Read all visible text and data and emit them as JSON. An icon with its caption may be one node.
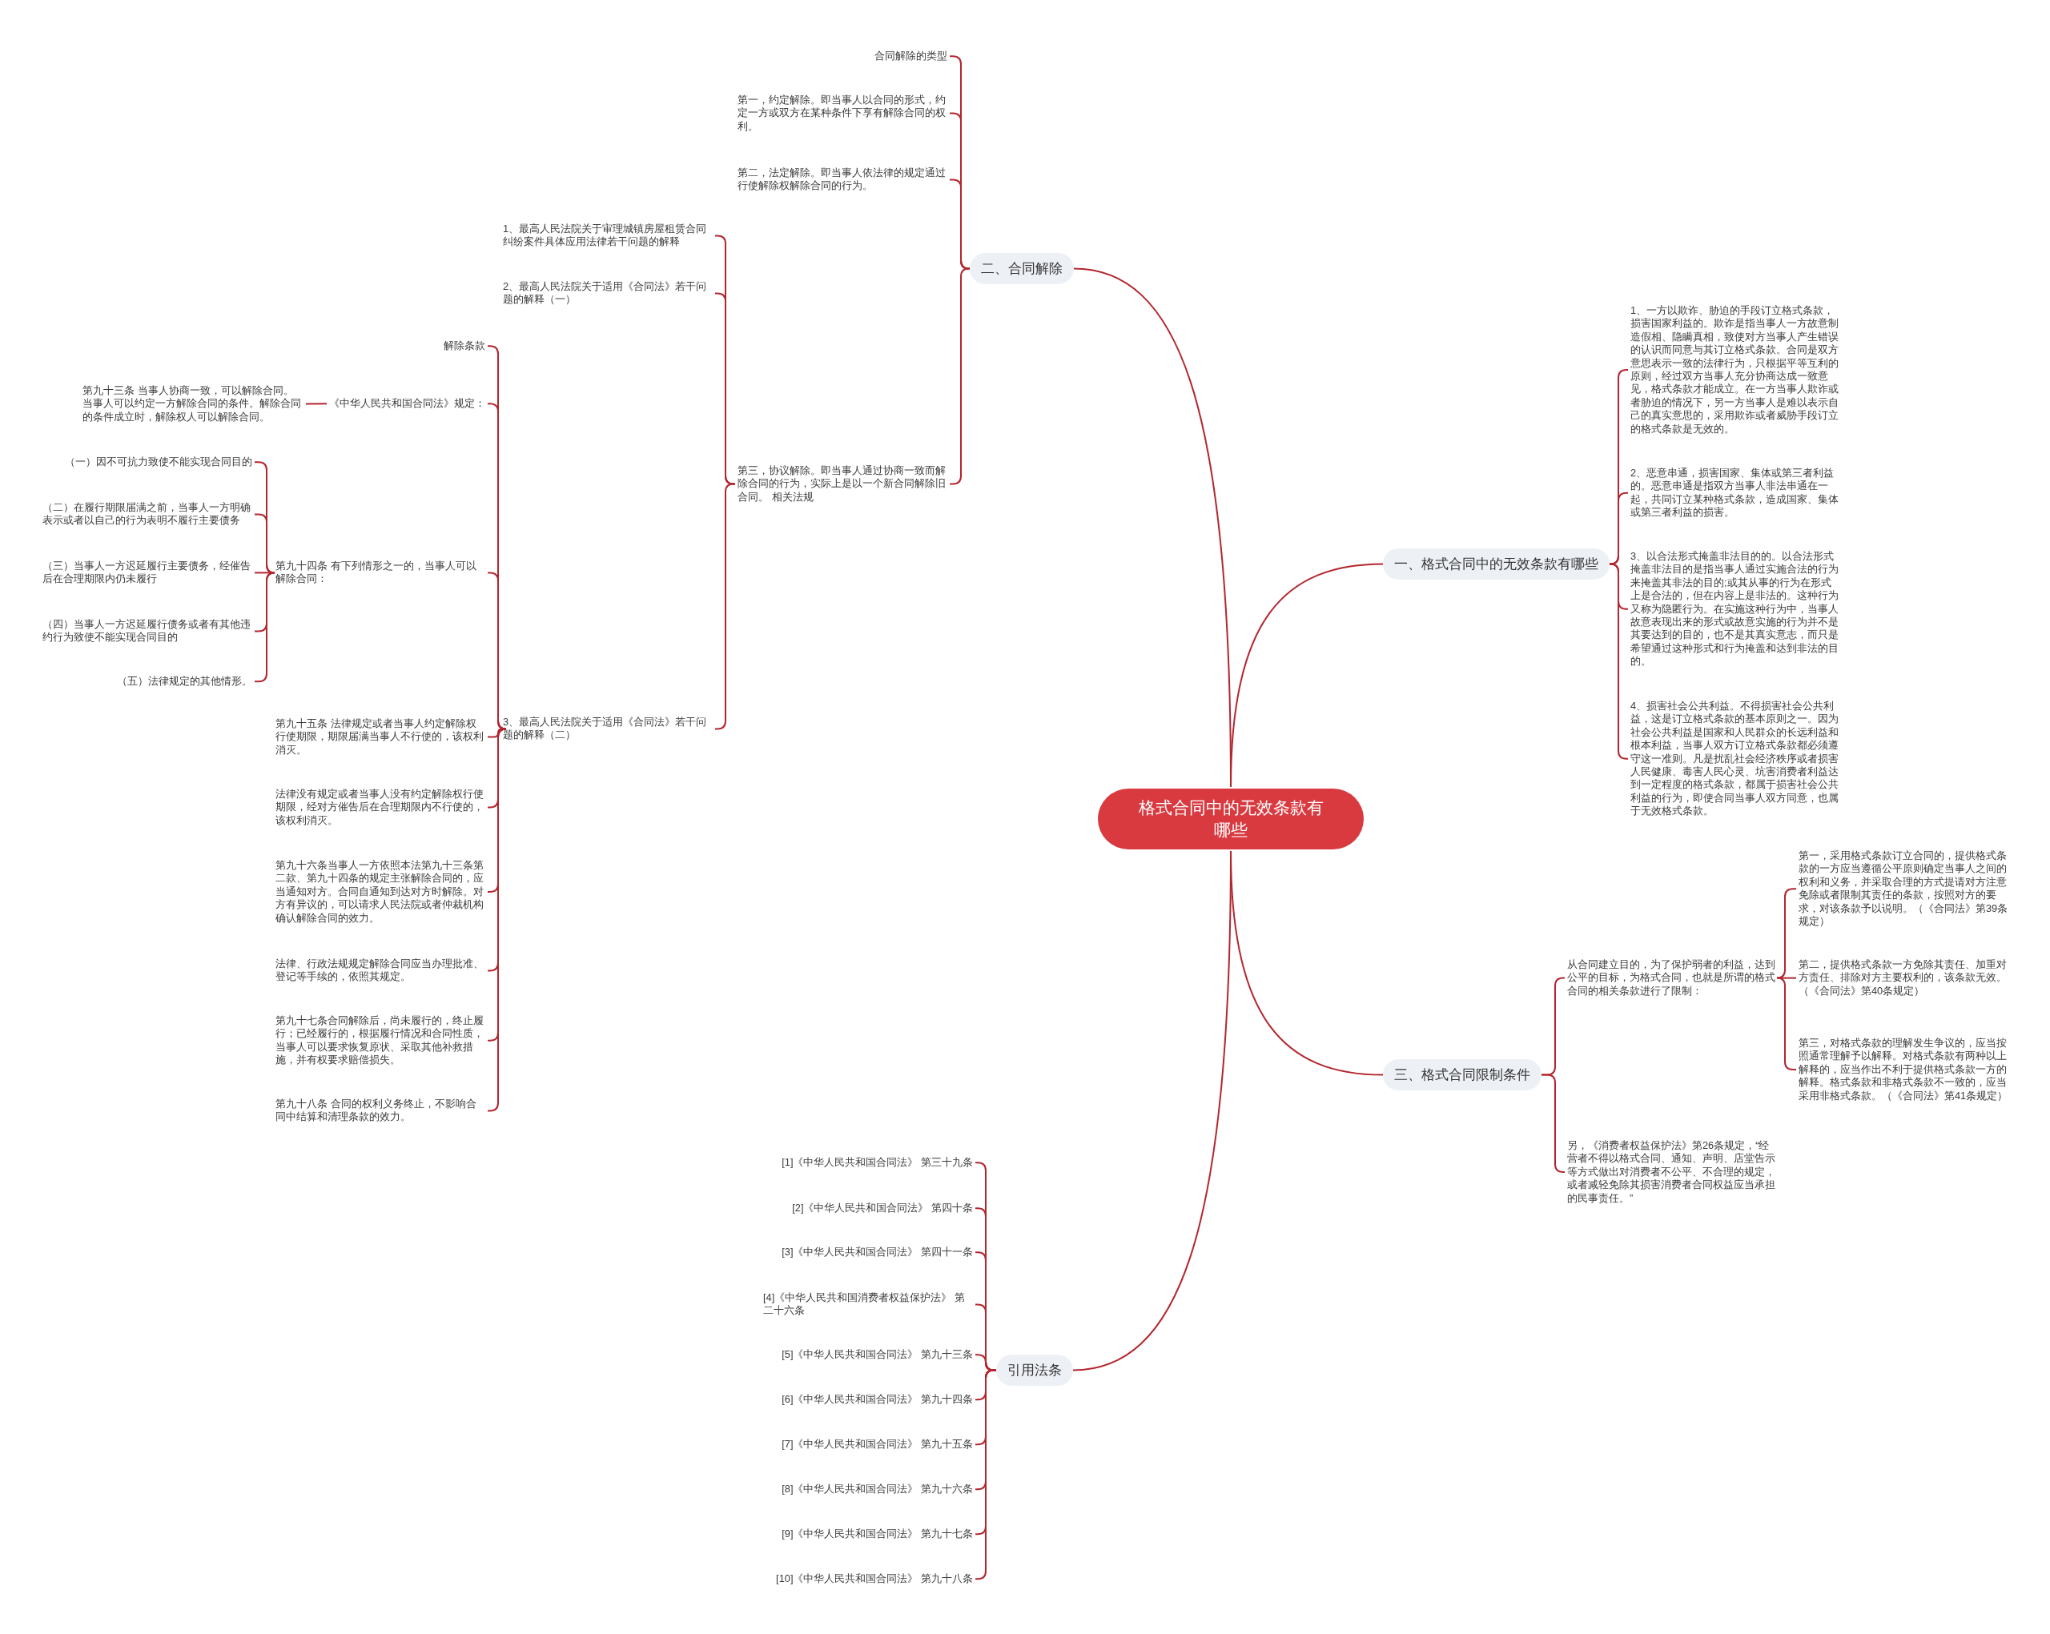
{
  "diagram": {
    "nodes": [
      {
        "text": [
          "格式合同中的无效条款有哪些"
        ]
      },
      {
        "text": [
          "二、合同解除"
        ]
      },
      {
        "text": [
          "合同解除的类型"
        ]
      },
      {
        "text": [
          "第一，约定解除。即当事人以合同的形式，约定一方或双方在某种条件下享有解除合同的权利。"
        ]
      },
      {
        "text": [
          "第二，法定解除。即当事人依法律的规定通过行使解除权解除合同的行为。"
        ]
      },
      {
        "text": [
          "第三，协议解除。即当事人通过协商一致而解除合同的行为，实际上是以一个新合同解除旧合同。 相关法规"
        ]
      },
      {
        "text": [
          "1、最高人民法院关于审理城镇房屋租赁合同纠纷案件具体应用法律若干问题的解释"
        ]
      },
      {
        "text": [
          "2、最高人民法院关于适用《合同法》若干问题的解释（一）"
        ]
      },
      {
        "text": [
          "3、最高人民法院关于适用《合同法》若干问题的解释（二）"
        ]
      },
      {
        "text": [
          "解除条款"
        ]
      },
      {
        "text": [
          "《中华人民共和国合同法》规定："
        ]
      },
      {
        "text": [
          "第九十三条 当事人协商一致，可以解除合同。当事人可以约定一方解除合同的条件。解除合同的条件成立时，解除权人可以解除合同。"
        ]
      },
      {
        "text": [
          "第九十四条 有下列情形之一的，当事人可以解除合同："
        ]
      },
      {
        "text": [
          "（一）因不可抗力致使不能实现合同目的"
        ]
      },
      {
        "text": [
          "（二）在履行期限届满之前，当事人一方明确表示或者以自己的行为表明不履行主要债务"
        ]
      },
      {
        "text": [
          "（三）当事人一方迟延履行主要债务，经催告后在合理期限内仍未履行"
        ]
      },
      {
        "text": [
          "（四）当事人一方迟延履行债务或者有其他违约行为致使不能实现合同目的"
        ]
      },
      {
        "text": [
          "（五）法律规定的其他情形。"
        ]
      },
      {
        "text": [
          "第九十五条 法律规定或者当事人约定解除权行使期限，期限届满当事人不行使的，该权利消灭。"
        ]
      },
      {
        "text": [
          "法律没有规定或者当事人没有约定解除权行使期限，经对方催告后在合理期限内不行使的，该权利消灭。"
        ]
      },
      {
        "text": [
          "第九十六条当事人一方依照本法第九十三条第二款、第九十四条的规定主张解除合同的，应当通知对方。合同自通知到达对方时解除。对方有异议的，可以请求人民法院或者仲裁机构确认解除合同的效力。"
        ]
      },
      {
        "text": [
          "法律、行政法规规定解除合同应当办理批准、登记等手续的，依照其规定。"
        ]
      },
      {
        "text": [
          "第九十七条合同解除后，尚未履行的，终止履行；已经履行的，根据履行情况和合同性质，当事人可以要求恢复原状、采取其他补救措施，并有权要求赔偿损失。"
        ]
      },
      {
        "text": [
          "第九十八条 合同的权利义务终止，不影响合同中结算和清理条款的效力。"
        ]
      },
      {
        "text": [
          "一、格式合同中的无效条款有哪些"
        ]
      },
      {
        "text": [
          "1、一方以欺诈、胁迫的手段订立格式条款，损害国家利益的。欺诈是指当事人一方故意制造假相、隐瞒真相，致使对方当事人产生错误的认识而同意与其订立格式条款。合同是双方意思表示一致的法律行为，只根据平等互利的原则，经过双方当事人充分协商达成一致意见，格式条款才能成立。在一方当事人欺诈或者胁迫的情况下，另一方当事人是难以表示自己的真实意思的，采用欺诈或者威胁手段订立的格式条款是无效的。"
        ]
      },
      {
        "text": [
          "2、恶意串通，损害国家、集体或第三者利益的。恶意串通是指双方当事人非法串通在一起，共同订立某种格式条款，造成国家、集体或第三者利益的损害。"
        ]
      },
      {
        "text": [
          "3、以合法形式掩盖非法目的的。以合法形式掩盖非法目的是指当事人通过实施合法的行为来掩盖其非法的目的;或其从事的行为在形式上是合法的，但在内容上是非法的。这种行为又称为隐匿行为。在实施这种行为中，当事人故意表现出来的形式或故意实施的行为并不是其要达到的目的，也不是其真实意志，而只是希望通过这种形式和行为掩盖和达到非法的目的。"
        ]
      },
      {
        "text": [
          "4、损害社会公共利益。不得损害社会公共利益，这是订立格式条款的基本原则之一。因为社会公共利益是国家和人民群众的长远利益和根本利益，当事人双方订立格式条款都必须遵守这一准则。凡是扰乱社会经济秩序或者损害人民健康、毒害人民心灵、坑害消费者利益达到一定程度的格式条款，都属于损害社会公共利益的行为，即使合同当事人双方同意，也属于无效格式条款。"
        ]
      },
      {
        "text": [
          "三、格式合同限制条件"
        ]
      },
      {
        "text": [
          "从合同建立目的，为了保护弱者的利益，达到公平的目标，为格式合同，也就是所谓的格式合同的相关条款进行了限制："
        ]
      },
      {
        "text": [
          "第一，采用格式条款订立合同的，提供格式条款的一方应当遵循公平原则确定当事人之间的权利和义务，并采取合理的方式提请对方注意免除或者限制其责任的条款，按照对方的要求，对该条款予以说明。（《合同法》第39条规定）"
        ]
      },
      {
        "text": [
          "第二，提供格式条款一方免除其责任、加重对方责任、排除对方主要权利的，该条款无效。（《合同法》第40条规定）"
        ]
      },
      {
        "text": [
          "第三，对格式条款的理解发生争议的，应当按照通常理解予以解释。对格式条款有两种以上解释的，应当作出不利于提供格式条款一方的解释。格式条款和非格式条款不一致的，应当采用非格式条款。（《合同法》第41条规定）"
        ]
      },
      {
        "text": [
          "另，《消费者权益保护法》第26条规定，“经营者不得以格式合同、通知、声明、店堂告示等方式做出对消费者不公平、不合理的规定，或者减轻免除其损害消费者合同权益应当承担的民事责任。”"
        ]
      },
      {
        "text": [
          "引用法条"
        ]
      },
      {
        "text": [
          "[1]《中华人民共和国合同法》 第三十九条"
        ]
      },
      {
        "text": [
          "[2]《中华人民共和国合同法》 第四十条"
        ]
      },
      {
        "text": [
          "[3]《中华人民共和国合同法》 第四十一条"
        ]
      },
      {
        "text": [
          "[4]《中华人民共和国消费者权益保护法》 第二十六条"
        ]
      },
      {
        "text": [
          "[5]《中华人民共和国合同法》 第九十三条"
        ]
      },
      {
        "text": [
          "[6]《中华人民共和国合同法》 第九十四条"
        ]
      },
      {
        "text": [
          "[7]《中华人民共和国合同法》 第九十五条"
        ]
      },
      {
        "text": [
          "[8]《中华人民共和国合同法》 第九十六条"
        ]
      },
      {
        "text": [
          "[9]《中华人民共和国合同法》 第九十七条"
        ]
      },
      {
        "text": [
          "[10]《中华人民共和国合同法》 第九十八条"
        ]
      }
    ],
    "edges": [
      {
        "from": 0,
        "to": 1,
        "arrow": "none"
      },
      {
        "from": 1,
        "to": 2,
        "arrow": "none"
      },
      {
        "from": 1,
        "to": 3,
        "arrow": "none"
      },
      {
        "from": 1,
        "to": 4,
        "arrow": "none"
      },
      {
        "from": 1,
        "to": 5,
        "arrow": "none"
      },
      {
        "from": 5,
        "to": 6,
        "arrow": "none"
      },
      {
        "from": 5,
        "to": 7,
        "arrow": "none"
      },
      {
        "from": 5,
        "to": 8,
        "arrow": "none"
      },
      {
        "from": 8,
        "to": 9,
        "arrow": "none"
      },
      {
        "from": 8,
        "to": 10,
        "arrow": "none"
      },
      {
        "from": 10,
        "to": 11,
        "arrow": "none"
      },
      {
        "from": 8,
        "to": 12,
        "arrow": "none"
      },
      {
        "from": 12,
        "to": 13,
        "arrow": "none"
      },
      {
        "from": 12,
        "to": 14,
        "arrow": "none"
      },
      {
        "from": 12,
        "to": 15,
        "arrow": "none"
      },
      {
        "from": 12,
        "to": 16,
        "arrow": "none"
      },
      {
        "from": 12,
        "to": 17,
        "arrow": "none"
      },
      {
        "from": 8,
        "to": 18,
        "arrow": "none"
      },
      {
        "from": 8,
        "to": 19,
        "arrow": "none"
      },
      {
        "from": 8,
        "to": 20,
        "arrow": "none"
      },
      {
        "from": 8,
        "to": 21,
        "arrow": "none"
      },
      {
        "from": 8,
        "to": 22,
        "arrow": "none"
      },
      {
        "from": 8,
        "to": 23,
        "arrow": "none"
      },
      {
        "from": 0,
        "to": 24,
        "arrow": "none"
      },
      {
        "from": 24,
        "to": 25,
        "arrow": "none"
      },
      {
        "from": 24,
        "to": 26,
        "arrow": "none"
      },
      {
        "from": 24,
        "to": 27,
        "arrow": "none"
      },
      {
        "from": 24,
        "to": 28,
        "arrow": "none"
      },
      {
        "from": 0,
        "to": 29,
        "arrow": "none"
      },
      {
        "from": 29,
        "to": 30,
        "arrow": "none"
      },
      {
        "from": 30,
        "to": 31,
        "arrow": "none"
      },
      {
        "from": 30,
        "to": 32,
        "arrow": "none"
      },
      {
        "from": 30,
        "to": 33,
        "arrow": "none"
      },
      {
        "from": 29,
        "to": 34,
        "arrow": "none"
      },
      {
        "from": 0,
        "to": 35,
        "arrow": "none"
      },
      {
        "from": 35,
        "to": 36,
        "arrow": "none"
      },
      {
        "from": 35,
        "to": 37,
        "arrow": "none"
      },
      {
        "from": 35,
        "to": 38,
        "arrow": "none"
      },
      {
        "from": 35,
        "to": 39,
        "arrow": "none"
      },
      {
        "from": 35,
        "to": 40,
        "arrow": "none"
      },
      {
        "from": 35,
        "to": 41,
        "arrow": "none"
      },
      {
        "from": 35,
        "to": 42,
        "arrow": "none"
      },
      {
        "from": 35,
        "to": 43,
        "arrow": "none"
      },
      {
        "from": 35,
        "to": 44,
        "arrow": "none"
      },
      {
        "from": 35,
        "to": 45,
        "arrow": "none"
      }
    ]
  }
}
